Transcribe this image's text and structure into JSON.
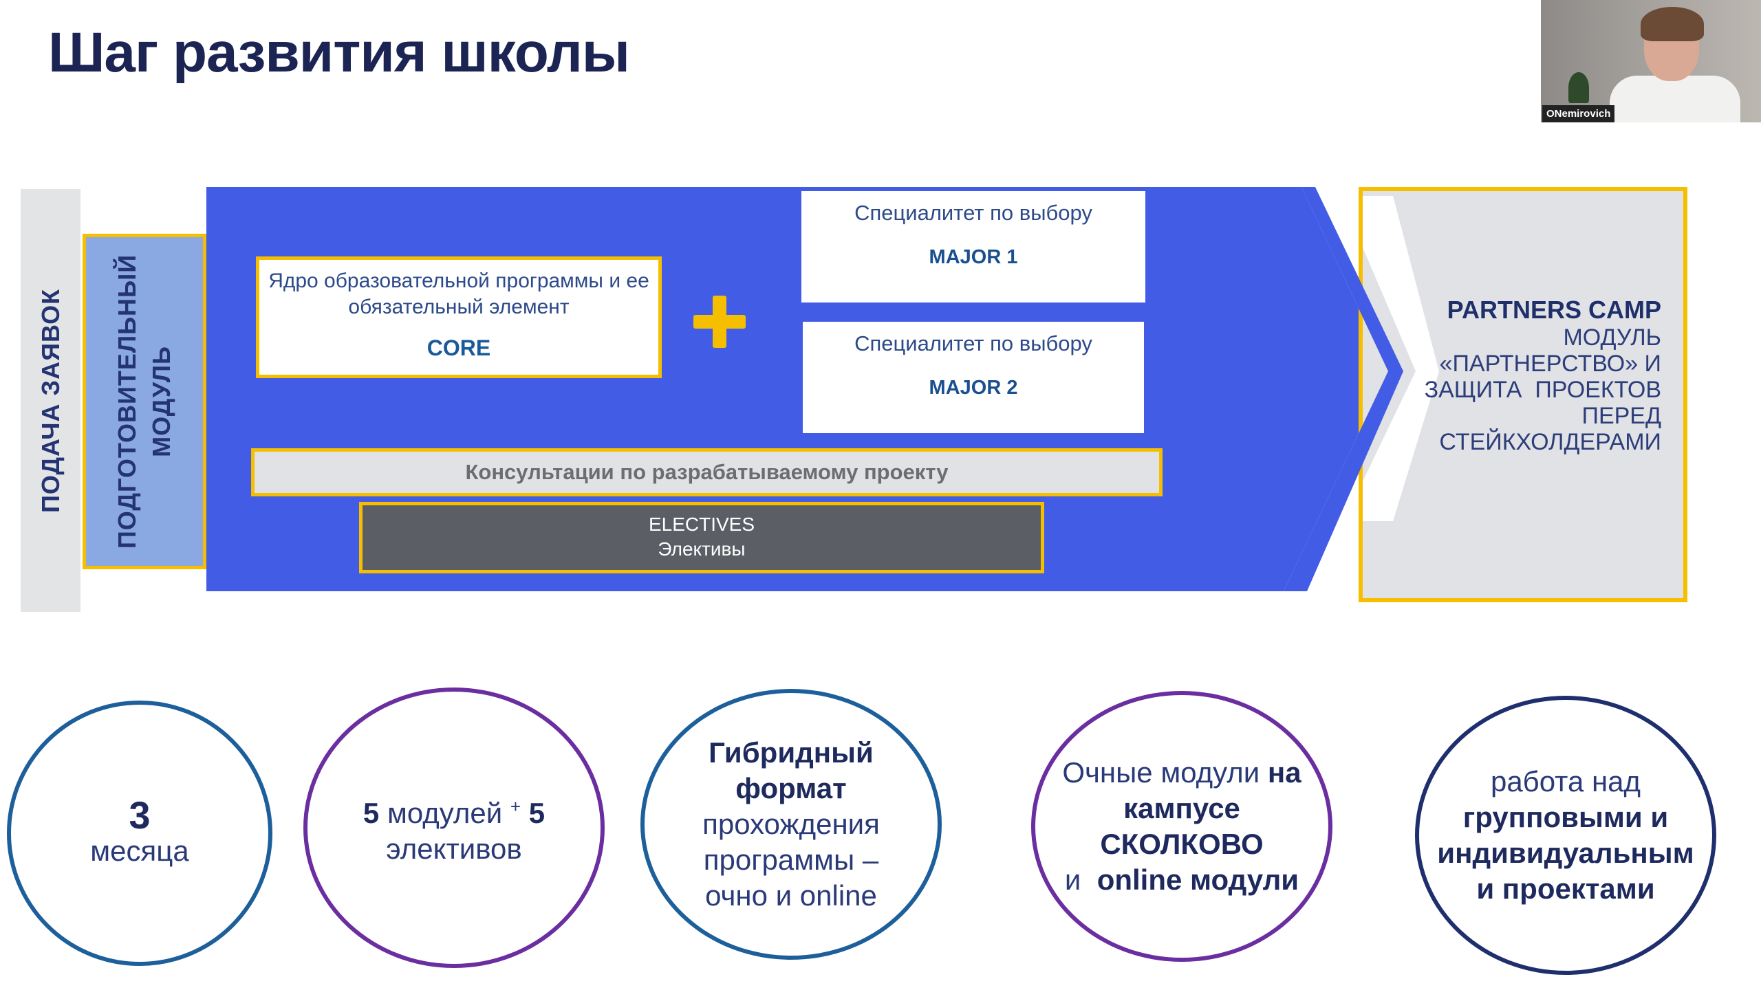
{
  "title": "Шаг развития школы",
  "video": {
    "participant_name": "ONemirovich"
  },
  "stages": {
    "apply": "ПОДАЧА ЗАЯВОК",
    "prep_line1": "ПОДГОТОВИТЕЛЬНЫЙ",
    "prep_line2": "МОДУЛЬ"
  },
  "core": {
    "description": "Ядро образовательной программы и ее обязательный элемент",
    "label": "CORE"
  },
  "majors": [
    {
      "description": "Специалитет по выбору",
      "label": "MAJOR 1"
    },
    {
      "description": "Специалитет по выбору",
      "label": "MAJOR 2"
    }
  ],
  "consultations": "Консультации по разрабатываемому проекту",
  "electives": {
    "label_en": "ELECTIVES",
    "label_ru": "Элективы"
  },
  "partners": {
    "title": "PARTNERS CAMP",
    "lines": [
      "МОДУЛЬ",
      "«ПАРТНЕРСТВО» И",
      "ЗАЩИТА  ПРОЕКТОВ",
      "ПЕРЕД",
      "СТЕЙКХОЛДЕРАМИ"
    ]
  },
  "colors": {
    "blue": "#425ce6",
    "yellow": "#f5bf00",
    "gray": "#e1e2e5",
    "dark": "#5b5e65"
  },
  "facts": {
    "duration": {
      "number": "3",
      "unit": "месяца"
    },
    "modules": {
      "n1": "5",
      "t1": "модулей",
      "plus": "+",
      "n2": "5",
      "t2": "элективов"
    },
    "format": {
      "bold1": "Гибридный",
      "bold2": "формат",
      "l3": "прохождения",
      "l4": "программы –",
      "l5": "очно и online"
    },
    "location": {
      "t1": "Очные модули",
      "b1": "на",
      "b2": "кампусе",
      "b3": "СКОЛКОВО",
      "t2": "и",
      "b4": "online модули"
    },
    "projects": {
      "t1": "работа над",
      "b1": "групповыми и",
      "b2": "индивидуальным",
      "b3": "и проектами"
    }
  }
}
